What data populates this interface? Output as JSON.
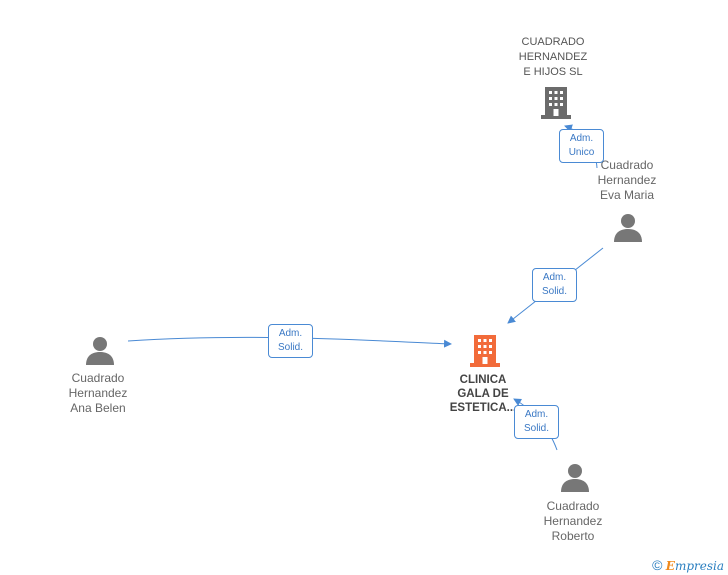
{
  "nodes": {
    "holding": {
      "label": "CUADRADO\nHERNANDEZ\nE HIJOS SL"
    },
    "clinica": {
      "label": "CLINICA\nGALA DE\nESTETICA..."
    },
    "eva": {
      "label": "Cuadrado\nHernandez\nEva Maria"
    },
    "ana": {
      "label": "Cuadrado\nHernandez\nAna Belen"
    },
    "roberto": {
      "label": "Cuadrado\nHernandez\nRoberto"
    }
  },
  "edges": {
    "eva_holding": {
      "label": "Adm.\nUnico"
    },
    "eva_clinica": {
      "label": "Adm.\nSolid."
    },
    "ana_clinica": {
      "label": "Adm.\nSolid."
    },
    "roberto_clinica": {
      "label": "Adm.\nSolid."
    }
  },
  "colors": {
    "edge": "#4a8ad4",
    "company_main": "#f26b3a",
    "company": "#6b6b6b",
    "person": "#777777"
  },
  "icons": {
    "company": "building-icon",
    "person": "person-icon"
  },
  "footer": {
    "copyright": "©",
    "brand_first": "E",
    "brand_rest": "mpresia"
  }
}
